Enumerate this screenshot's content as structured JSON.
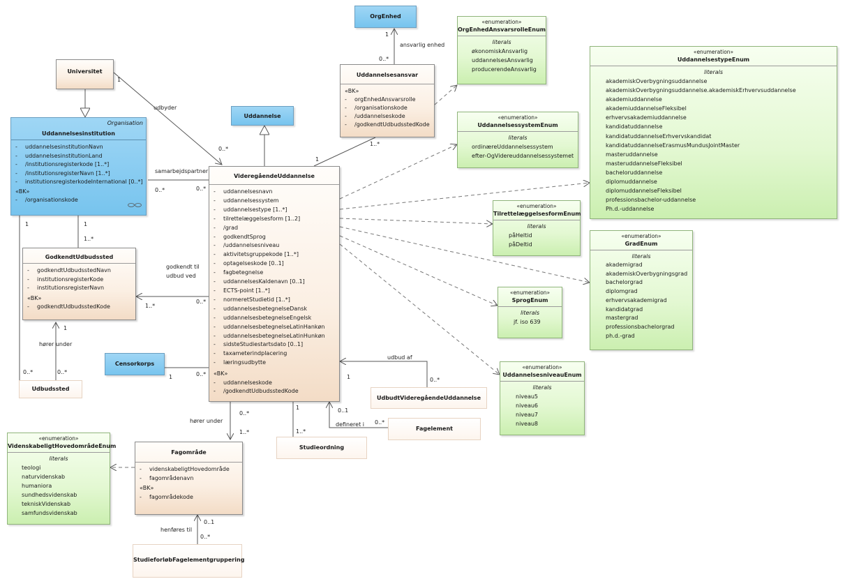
{
  "orgenhed": {
    "name": "OrgEnhed"
  },
  "uddannelse": {
    "name": "Uddannelse"
  },
  "censorkorps": {
    "name": "Censorkorps"
  },
  "universitet": {
    "name": "Universitet"
  },
  "udbudssted": {
    "name": "Udbudssted"
  },
  "studieordning": {
    "name": "Studieordning"
  },
  "udbudt": {
    "name": "UdbudtVideregåendeUddannelse"
  },
  "fagelement": {
    "name": "Fagelement"
  },
  "studieforloeb": {
    "name": "StudieforløbFagelementgruppering"
  },
  "inst": {
    "stereotype": "Organisation",
    "name": "Uddannelsesinstitution",
    "attrs": [
      "uddannelsesinstitutionNavn",
      "uddannelsesinstitutionLand",
      "/institutionsregisterkode [1..*]",
      "/institutionsregisterNavn [1..*]",
      "institutionsregisterkodeInternational [0..*]"
    ],
    "bk_label": "«BK»",
    "bk": [
      "/organisationskode"
    ]
  },
  "godkendt": {
    "name": "GodkendtUdbudssted",
    "attrs": [
      "godkendtUdbudsstedNavn",
      "institutionsregisterKode",
      "institutionsregisterNavn"
    ],
    "bk_label": "«BK»",
    "bk": [
      "godkendtUdbudsstedKode"
    ]
  },
  "ansvar": {
    "name": "Uddannelsesansvar",
    "bk_label": "«BK»",
    "attrs": [
      "orgEnhedAnsvarsrolle",
      "/organisationskode",
      "/uddannelseskode",
      "/godkendtUdbudsstedKode"
    ]
  },
  "vud": {
    "name": "VideregåendeUddannelse",
    "attrs": [
      "uddannelsesnavn",
      "uddannelsessystem",
      "uddannelsestype [1..*]",
      "tilrettelæggelsesform [1..2]",
      "/grad",
      "godkendtSprog",
      "/uddannelsesniveau",
      "aktivitetsgruppekode [1..*]",
      "optagelseskode [0..1]",
      "fagbetegnelse",
      "uddannelsesKaldenavn [0..1]",
      "ECTS-point [1..*]",
      "normeretStudietid [1..*]",
      "uddannelsesbetegnelseDansk",
      "uddannelsesbetegnelseEngelsk",
      "uddannelsesbetegnelseLatinHankøn",
      "uddannelsesbetegnelseLatinHunkøn",
      "sidsteStudiestartsdato [0..1]",
      "taxameterindplacering",
      "læringsudbytte"
    ],
    "bk_label": "«BK»",
    "bk": [
      "uddannelseskode",
      "/godkendtUdbudsstedKode"
    ]
  },
  "fagomraade": {
    "name": "Fagområde",
    "attrs": [
      "videnskabeligtHovedområde",
      "fagområdenavn"
    ],
    "bk_label": "«BK»",
    "bk": [
      "fagområdekode"
    ]
  },
  "enum_stereo": "«enumeration»",
  "lit_label": "literals",
  "e_orgrolle": {
    "name": "OrgEnhedAnsvarsrolleEnum",
    "values": [
      "økonomiskAnsvarlig",
      "uddannelsesAnsvarlig",
      "producerendeAnsvarlig"
    ]
  },
  "e_system": {
    "name": "UddannelsessystemEnum",
    "values": [
      "ordinæreUddannelsessystem",
      "efter-OgVidereuddannelsessystemet"
    ]
  },
  "e_type": {
    "name": "UddannelsestypeEnum",
    "values": [
      "akademiskOverbygningsuddannelse",
      "akademiskOverbygningsuddannelse.akademiskErhvervsuddannelse",
      "akademiuddannelse",
      "akademiuddannelseFleksibel",
      "erhvervsakademiuddannelse",
      "kandidatuddannelse",
      "kandidatuddannelseErhvervskandidat",
      "kandidatuddannelseErasmusMundusJointMaster",
      "masteruddannelse",
      "masteruddannelseFleksibel",
      "bacheloruddannelse",
      "diplomuddannelse",
      "diplomuddannelseFleksibel",
      "professionsbachelor-uddannelse",
      "Ph.d.-uddannelse"
    ]
  },
  "e_tilr": {
    "name": "TilrettelæggelsesformEnum",
    "values": [
      "påHeltid",
      "påDeltid"
    ]
  },
  "e_grad": {
    "name": "GradEnum",
    "values": [
      "akademigrad",
      "akademiskOverbygningsgrad",
      "bachelorgrad",
      "diplomgrad",
      "erhvervsakademigrad",
      "kandidatgrad",
      "mastergrad",
      "professionsbachelorgrad",
      "ph.d.-grad"
    ]
  },
  "e_sprog": {
    "name": "SprogEnum",
    "values": [
      "jf. iso 639"
    ]
  },
  "e_niveau": {
    "name": "UddannelsesniveauEnum",
    "values": [
      "niveau5",
      "niveau6",
      "niveau7",
      "niveau8"
    ]
  },
  "e_vid": {
    "name": "VidenskabeligtHovedområdeEnum",
    "values": [
      "teologi",
      "naturvidenskab",
      "humaniora",
      "sundhedsvidenskab",
      "tekniskVidenskab",
      "samfundsvidenskab"
    ]
  },
  "labels": {
    "ansvarlig_enhed": "ansvarlig enhed",
    "udbyder": "udbyder",
    "samarbejdspartner": "samarbejdspartner",
    "godkendt_til": "godkendt til",
    "udbud_ved": "udbud ved",
    "hoerer_under1": "hører under",
    "hoerer_under2": "hører under",
    "udbud_af": "udbud af",
    "defineret_i": "defineret i",
    "henfoeres_til": "henføres til"
  },
  "mult": {
    "m1": "1",
    "m2": "0..*",
    "m3": "1",
    "m4": "0..*",
    "m5": "1",
    "m6": "1..*",
    "m7": "0..*",
    "m8": "0..*",
    "m9": "1",
    "m10": "1",
    "m11": "1..*",
    "m12": "1..*",
    "m13": "0..*",
    "m14": "1",
    "m15": "0..*",
    "m16": "0..*",
    "m17": "1",
    "m18": "0..*",
    "m19": "1",
    "m20": "0..*",
    "m21": "1..*",
    "m22": "1",
    "m23": "1..*",
    "m24": "0..1",
    "m25": "0..*",
    "m26": "0..1",
    "m27": "0..*"
  }
}
